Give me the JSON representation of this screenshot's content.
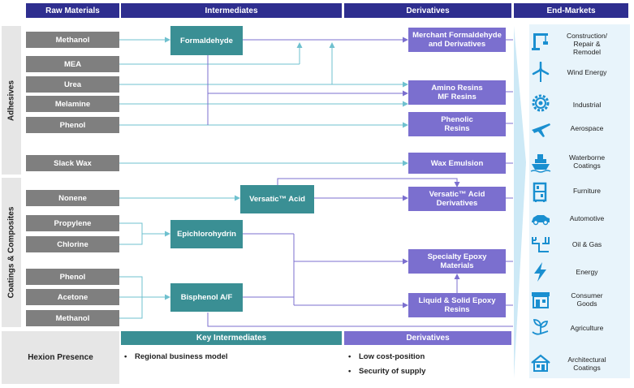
{
  "headers": {
    "raw_materials": "Raw Materials",
    "intermediates": "Intermediates",
    "derivatives": "Derivatives",
    "end_markets": "End-Markets"
  },
  "sections": {
    "adhesives": "Adhesives",
    "coatings": "Coatings & Composites"
  },
  "raw_materials": [
    "Methanol",
    "MEA",
    "Urea",
    "Melamine",
    "Phenol",
    "Slack Wax",
    "Nonene",
    "Propylene",
    "Chlorine",
    "Phenol",
    "Acetone",
    "Methanol"
  ],
  "intermediates": [
    "Formaldehyde",
    "Versatic™ Acid",
    "Epichlorohydrin",
    "Bisphenol A/F"
  ],
  "derivatives": [
    [
      "Merchant Formaldehyde",
      "and Derivatives"
    ],
    [
      "Amino Resins",
      "MF Resins"
    ],
    [
      "Phenolic",
      "Resins"
    ],
    [
      "Wax Emulsion"
    ],
    [
      "Versatic™ Acid",
      "Derivatives"
    ],
    [
      "Specialty Epoxy Materials"
    ],
    [
      "Liquid & Solid Epoxy",
      "Resins"
    ]
  ],
  "end_markets": [
    {
      "label": [
        "Construction/",
        "Repair &",
        "Remodel"
      ],
      "icon": "crane-icon"
    },
    {
      "label": [
        "Wind Energy"
      ],
      "icon": "wind-turbine-icon"
    },
    {
      "label": [
        "Industrial"
      ],
      "icon": "gear-icon"
    },
    {
      "label": [
        "Aerospace"
      ],
      "icon": "airplane-icon"
    },
    {
      "label": [
        "Waterborne",
        "Coatings"
      ],
      "icon": "ship-icon"
    },
    {
      "label": [
        "Furniture"
      ],
      "icon": "cabinet-icon"
    },
    {
      "label": [
        "Automotive"
      ],
      "icon": "car-icon"
    },
    {
      "label": [
        "Oil & Gas"
      ],
      "icon": "pipeline-icon"
    },
    {
      "label": [
        "Energy"
      ],
      "icon": "lightning-icon"
    },
    {
      "label": [
        "Consumer",
        "Goods"
      ],
      "icon": "store-icon"
    },
    {
      "label": [
        "Agriculture"
      ],
      "icon": "plant-icon"
    },
    {
      "label": [
        "Architectural",
        "Coatings"
      ],
      "icon": "house-icon"
    }
  ],
  "presence": {
    "title": "Hexion Presence",
    "key_intermediates_header": "Key Intermediates",
    "derivatives_header": "Derivatives",
    "key_intermediates_points": [
      "Regional business model"
    ],
    "derivatives_points": [
      "Low cost-position",
      "Security of supply"
    ]
  },
  "colors": {
    "header": "#2e2e8f",
    "raw": "#7f7f7f",
    "intermediate": "#3a8f94",
    "derivative": "#7b6fcf",
    "icon": "#1a8fd0",
    "raw_arrow": "#6fc1cf",
    "derivative_arrow": "#7b6fcf"
  }
}
